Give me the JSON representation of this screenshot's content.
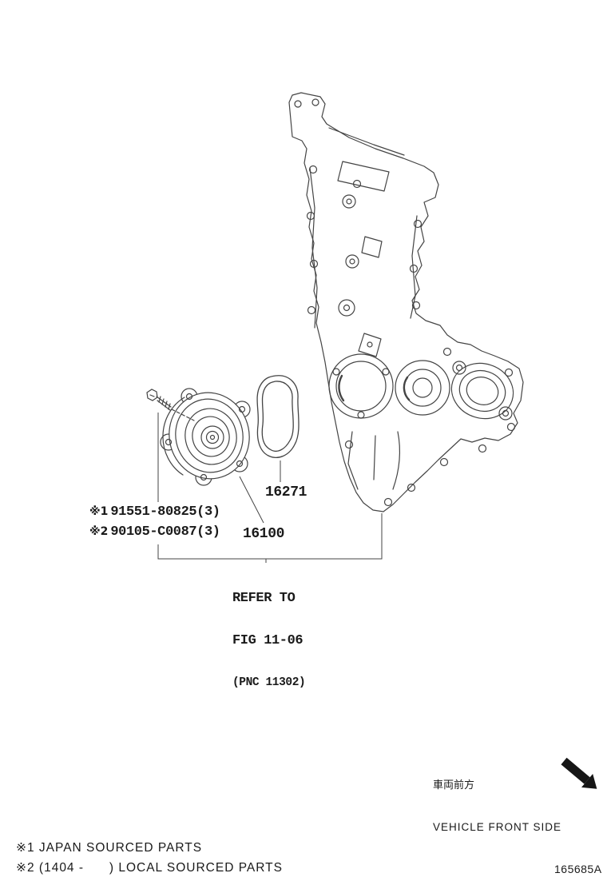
{
  "figure": {
    "code": "165685A"
  },
  "callouts": {
    "gasket_part_number": "16271",
    "water_pump_part_number": "16100",
    "bolt_row1": {
      "marker": "※1",
      "number": "91551-80825(3)"
    },
    "bolt_row2": {
      "marker": "※2",
      "number": "90105-C0087(3)"
    },
    "refer_line1": "REFER TO",
    "refer_line2": "FIG 11-06",
    "refer_line3": "(PNC 11302)"
  },
  "direction": {
    "jp": "車両前方",
    "en": "VEHICLE FRONT SIDE"
  },
  "footnotes": {
    "line1": "※1 JAPAN SOURCED PARTS",
    "line2": "※2 (1404 -      ) LOCAL SOURCED PARTS"
  },
  "parts": {
    "timing_cover": "timing chain cover (refer fig 11-06)",
    "water_pump": "engine water pump assembly",
    "gasket": "water pump gasket (o-ring)",
    "bolt": "water pump mounting bolt"
  },
  "colors": {
    "line": "#444444",
    "text": "#1a1a1a",
    "background": "#ffffff"
  }
}
